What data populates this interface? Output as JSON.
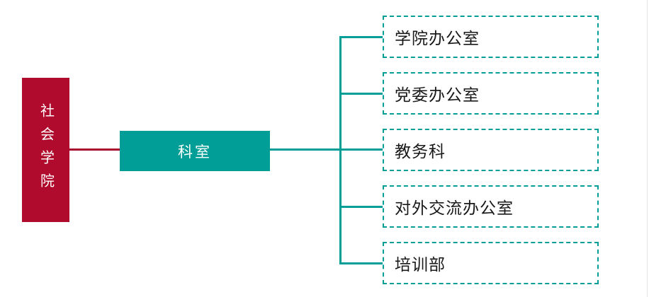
{
  "diagram": {
    "type": "org-chart",
    "root": {
      "label": "社会学院"
    },
    "mid": {
      "label": "科室"
    },
    "leaves": [
      {
        "label": "学院办公室"
      },
      {
        "label": "党委办公室"
      },
      {
        "label": "教务科"
      },
      {
        "label": "对外交流办公室"
      },
      {
        "label": "培训部"
      }
    ],
    "colors": {
      "root_fill": "#b00a2c",
      "root_connector": "#a80b2d",
      "mid_fill": "#009e96",
      "branch_connector": "#009e96",
      "leaf_border": "#009e96",
      "leaf_text": "#191919",
      "node_text": "#ffffff",
      "edge_divider": "#e3e3e3"
    }
  }
}
